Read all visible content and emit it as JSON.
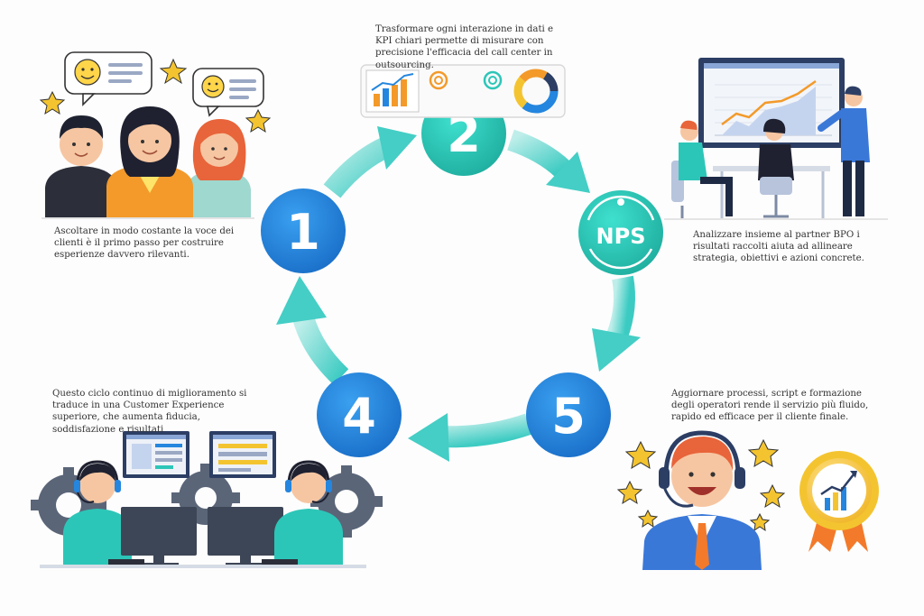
{
  "steps": [
    {
      "number": "1",
      "caption": "Ascoltare in modo costante la voce dei clienti è il primo passo per costruire esperienze davvero rilevanti."
    },
    {
      "number": "2",
      "caption": "Trasformare ogni interazione in dati e KPI chiari permette di misurare con precisione l'efficacia del call center in outsourcing."
    },
    {
      "label": "NPS",
      "caption": "Analizzare insieme al partner BPO i risultati raccolti aiuta ad allineare strategia, obiettivi e azioni concrete."
    },
    {
      "number": "5",
      "caption": "Aggiornare processi, script e formazione degli operatori rende il servizio più fluido, rapido ed efficace per il cliente finale."
    },
    {
      "number": "4",
      "caption": "Questo ciclo continuo di miglioramento si traduce in una Customer Experience superiore, che aumenta fiducia, soddisfazione e risultati"
    }
  ],
  "colors": {
    "node_blue": "#2486de",
    "node_teal": "#2cc6b8",
    "arrow": "#5ed3cc",
    "skin": "#f6c6a2",
    "navy": "#2c3e64",
    "star": "#f4c430"
  }
}
